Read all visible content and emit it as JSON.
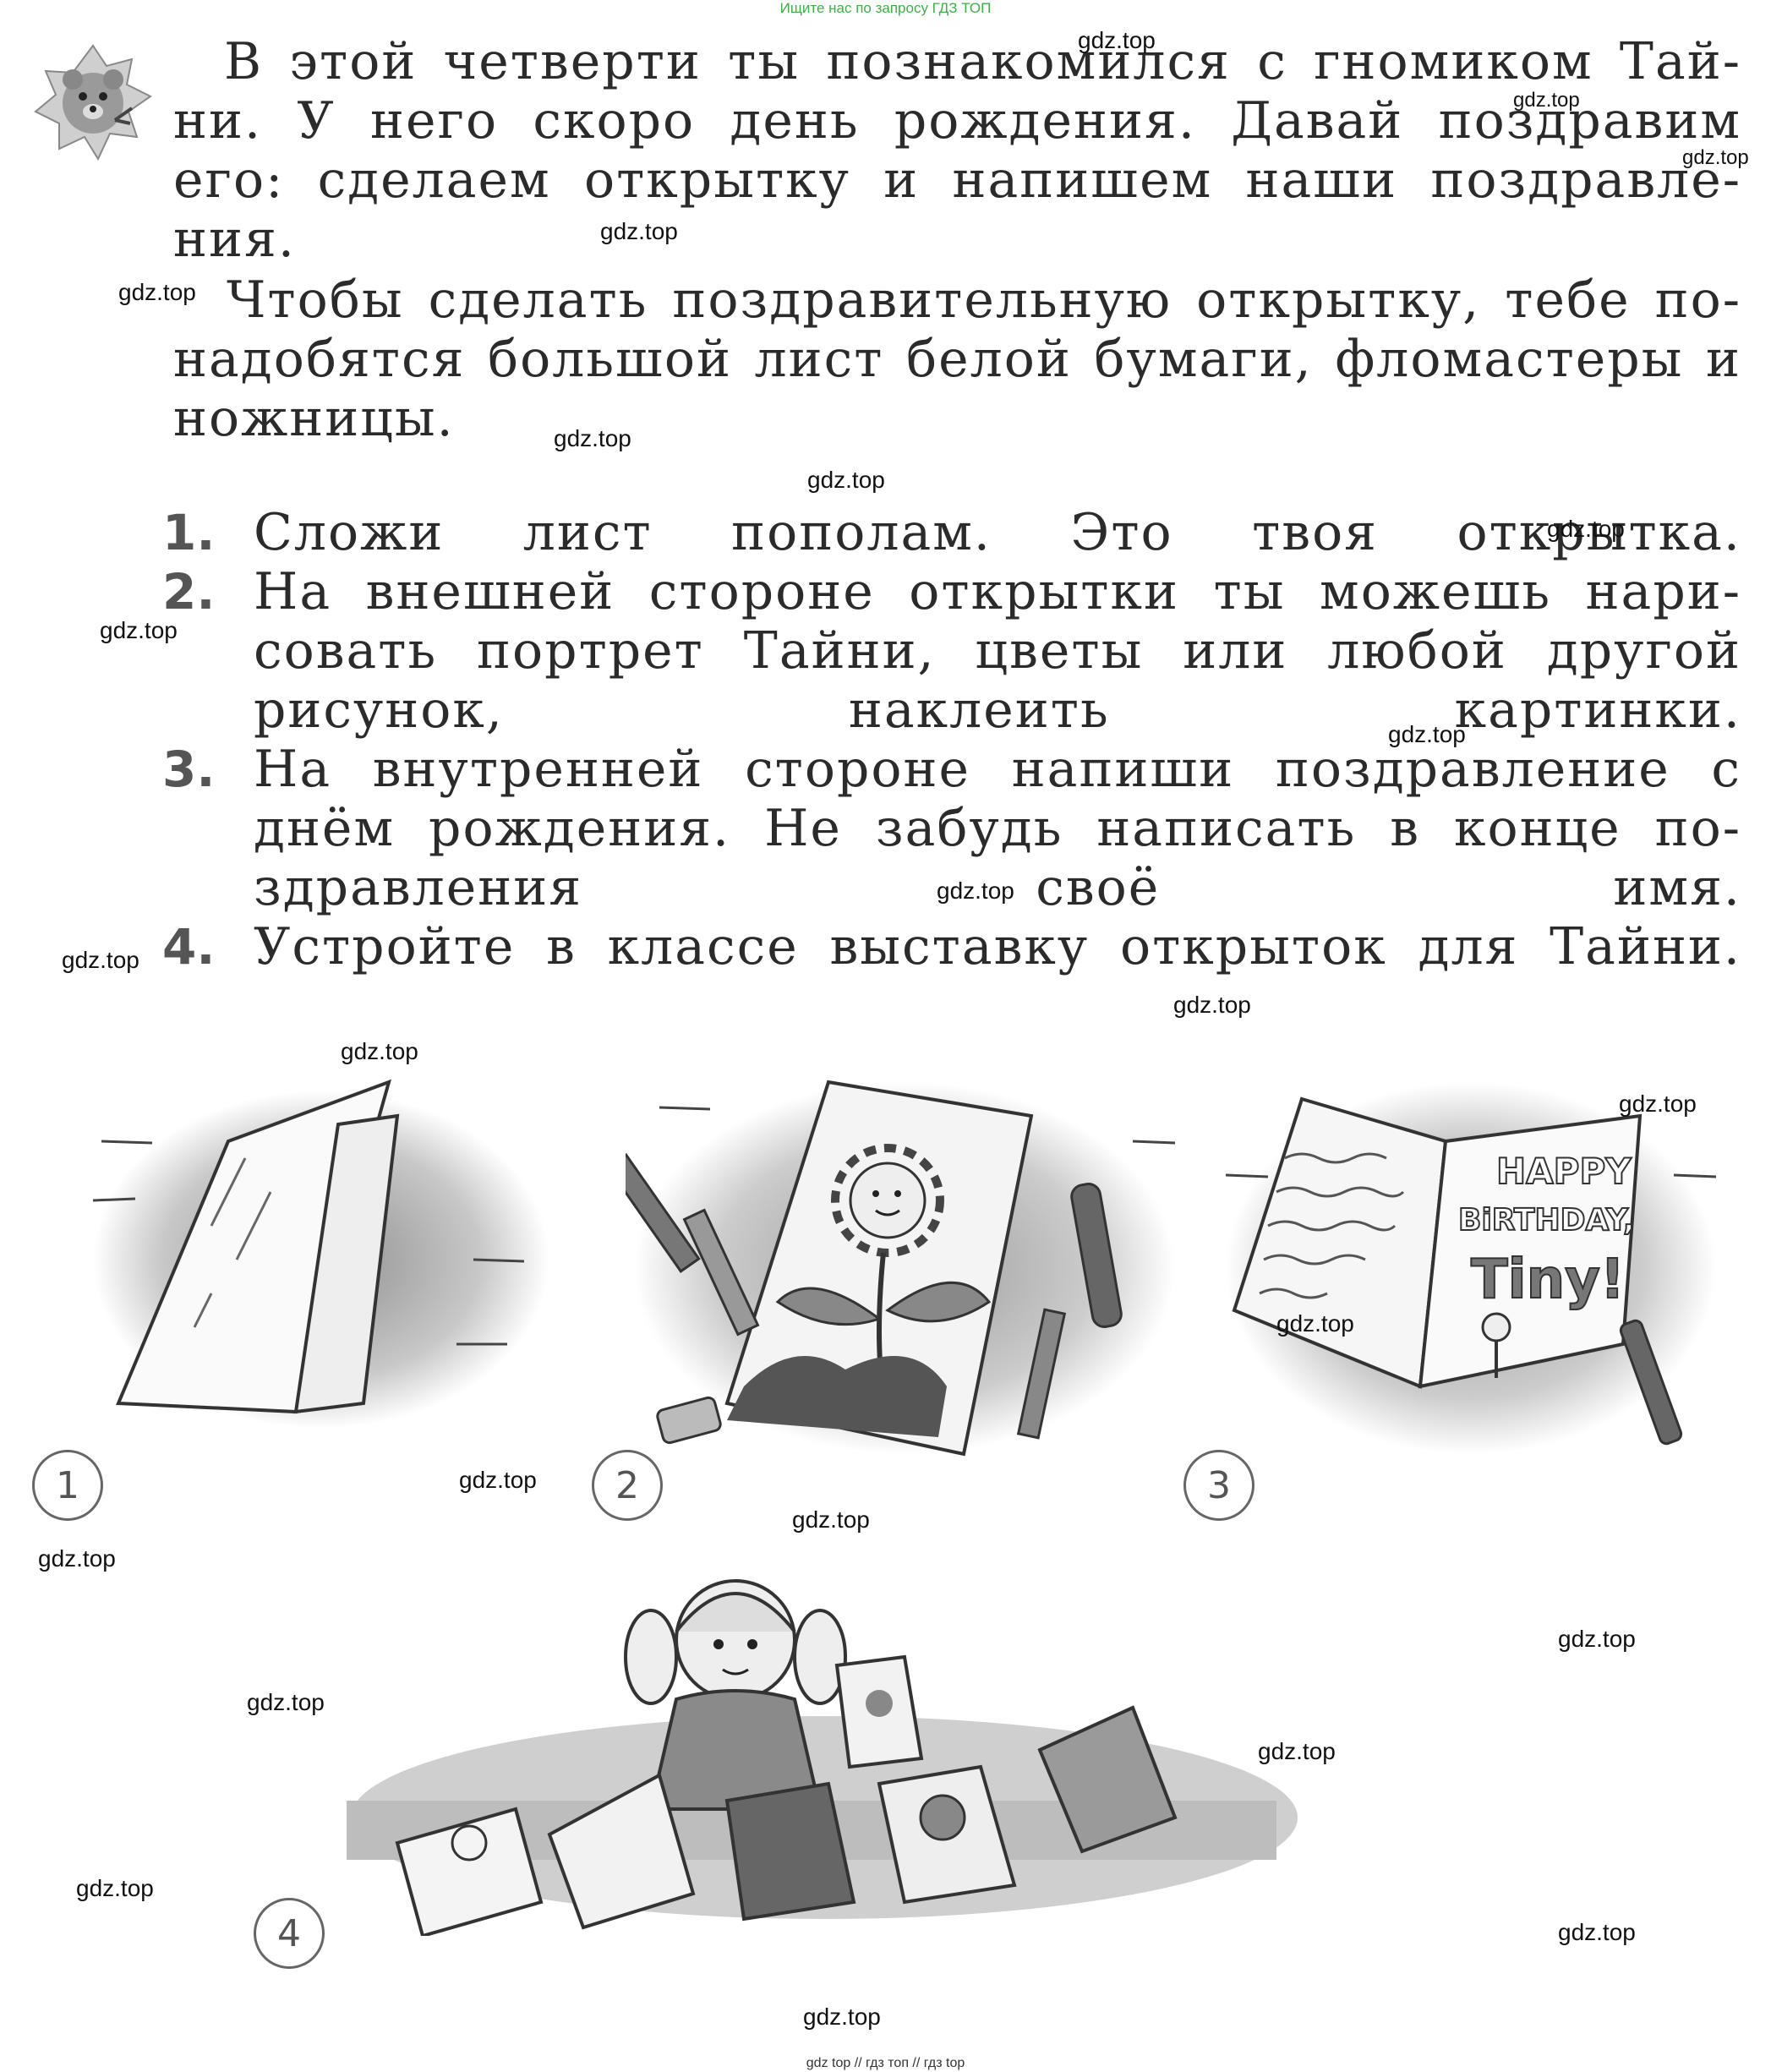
{
  "header": {
    "search_hint": "Ищите нас по запросу ГДЗ ТОП"
  },
  "intro": {
    "lines": [
      "В этой четверти ты познакомился с гномиком Тай-",
      "ни. У него скоро день рождения. Давай поздравим",
      "его: сделаем открытку и напишем наши поздравле-",
      "ния."
    ]
  },
  "materials": {
    "lines": [
      "Чтобы сделать поздравительную открытку, тебе по-",
      "надобятся большой лист белой бумаги, фломастеры и",
      "ножницы."
    ]
  },
  "steps": [
    {
      "number": "1.",
      "lines": [
        "Сложи лист пополам. Это твоя открытка."
      ]
    },
    {
      "number": "2.",
      "lines": [
        "На внешней стороне открытки ты можешь нари-",
        "совать портрет Тайни, цветы или любой другой",
        "рисунок, наклеить картинки."
      ]
    },
    {
      "number": "3.",
      "lines": [
        "На внутренней стороне напиши поздравление с",
        "днём рождения. Не забудь написать в конце по-",
        "здравления своё имя."
      ]
    },
    {
      "number": "4.",
      "lines": [
        "Устройте в классе выставку открыток для Тайни."
      ]
    }
  ],
  "illustrations": {
    "labels": [
      "1",
      "2",
      "3",
      "4"
    ],
    "card_text": {
      "line1": "HAPPY",
      "line2": "BiRTHDAY,",
      "line3": "Tiny!"
    }
  },
  "watermark": "gdz.top",
  "footer": {
    "links": "gdz top // гдз топ // гдз top"
  }
}
